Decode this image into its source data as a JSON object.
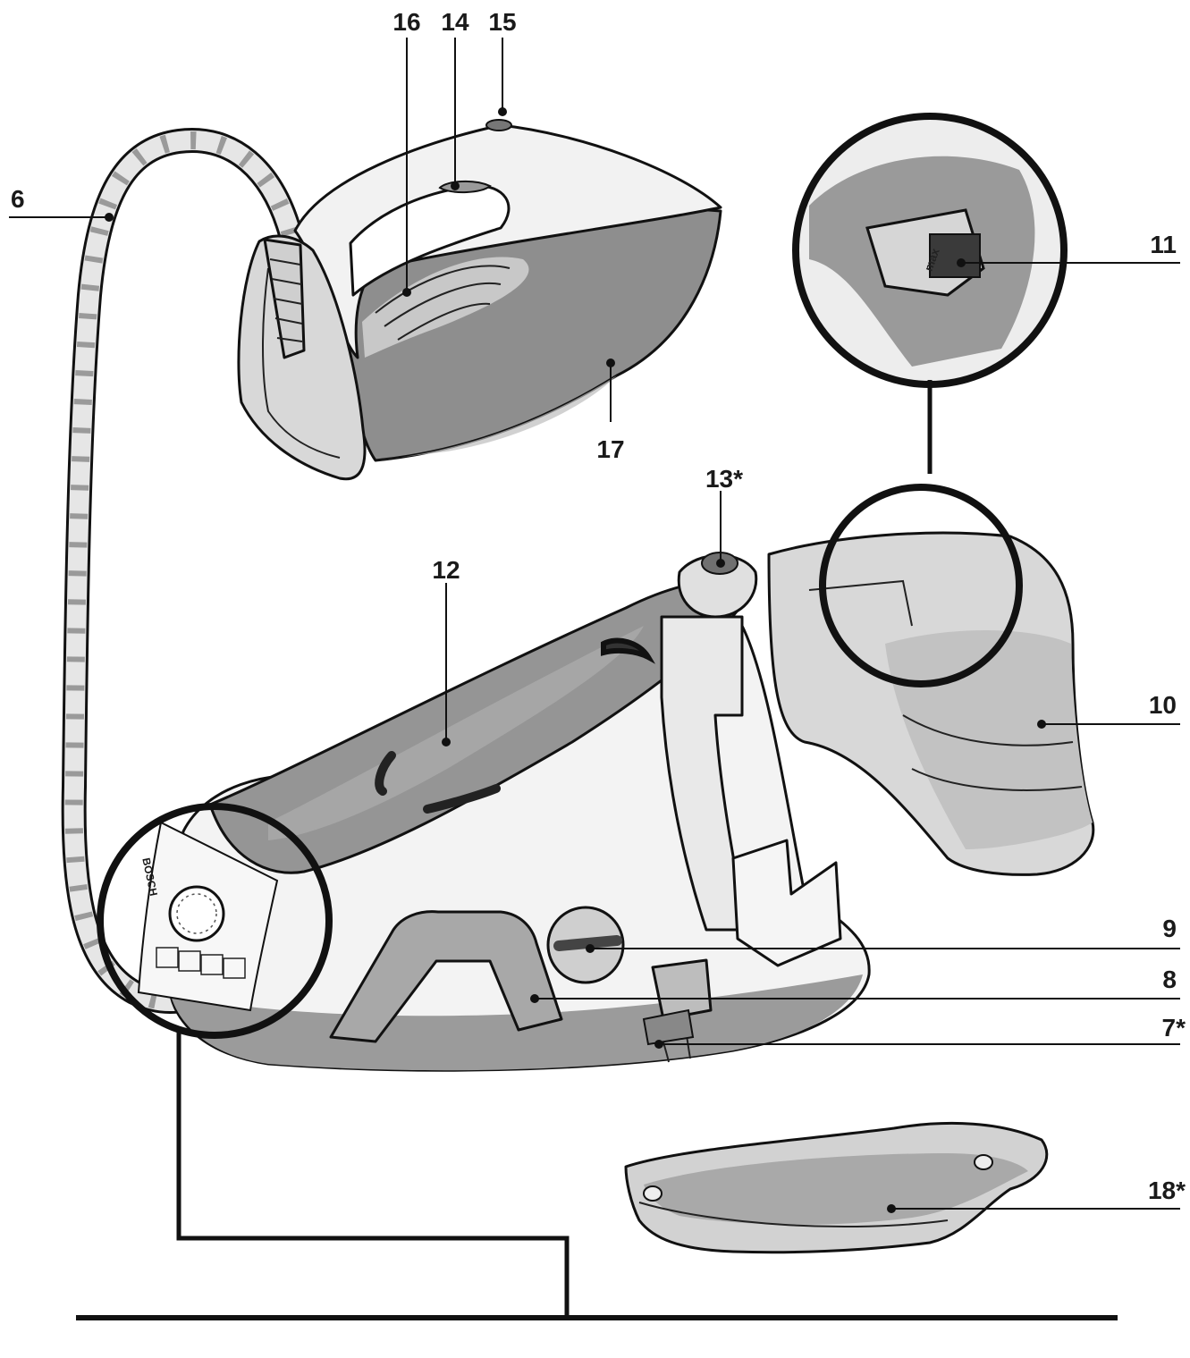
{
  "callouts": {
    "c16": "16",
    "c14": "14",
    "c15": "15",
    "c6": "6",
    "c11": "11",
    "c17": "17",
    "c13": "13*",
    "c12": "12",
    "c10": "10",
    "c9": "9",
    "c8": "8",
    "c7": "7*",
    "c18": "18*"
  },
  "panel_text": {
    "brand": "BOSCH",
    "max_mark": "max"
  },
  "colors": {
    "dark_fill": "#8c8c8c",
    "mid_fill": "#b4b4b4",
    "light_fill": "#dcdcdc",
    "paper": "#f4f4f4",
    "outline": "#111111"
  }
}
